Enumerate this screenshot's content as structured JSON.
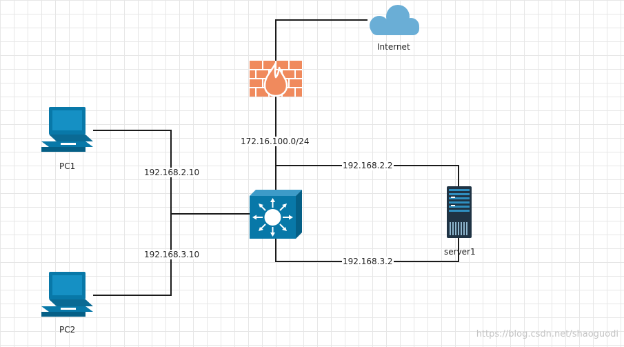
{
  "nodes": {
    "internet": {
      "label": "Internet"
    },
    "pc1": {
      "label": "PC1"
    },
    "pc2": {
      "label": "PC2"
    },
    "server1": {
      "label": "server1"
    }
  },
  "links": {
    "firewall_switch": "172.16.100.0/24",
    "switch_server_upper": "192.168.2.2",
    "switch_server_lower": "192.168.3.2",
    "pc1_switch": "192.168.2.10",
    "pc2_switch": "192.168.3.10"
  },
  "watermark": "https://blog.csdn.net/shaoguodi",
  "colors": {
    "device_blue": "#0878a8",
    "firewall_orange": "#f08a5d",
    "cloud_blue": "#6aaed6",
    "line": "#1a1a1a"
  }
}
